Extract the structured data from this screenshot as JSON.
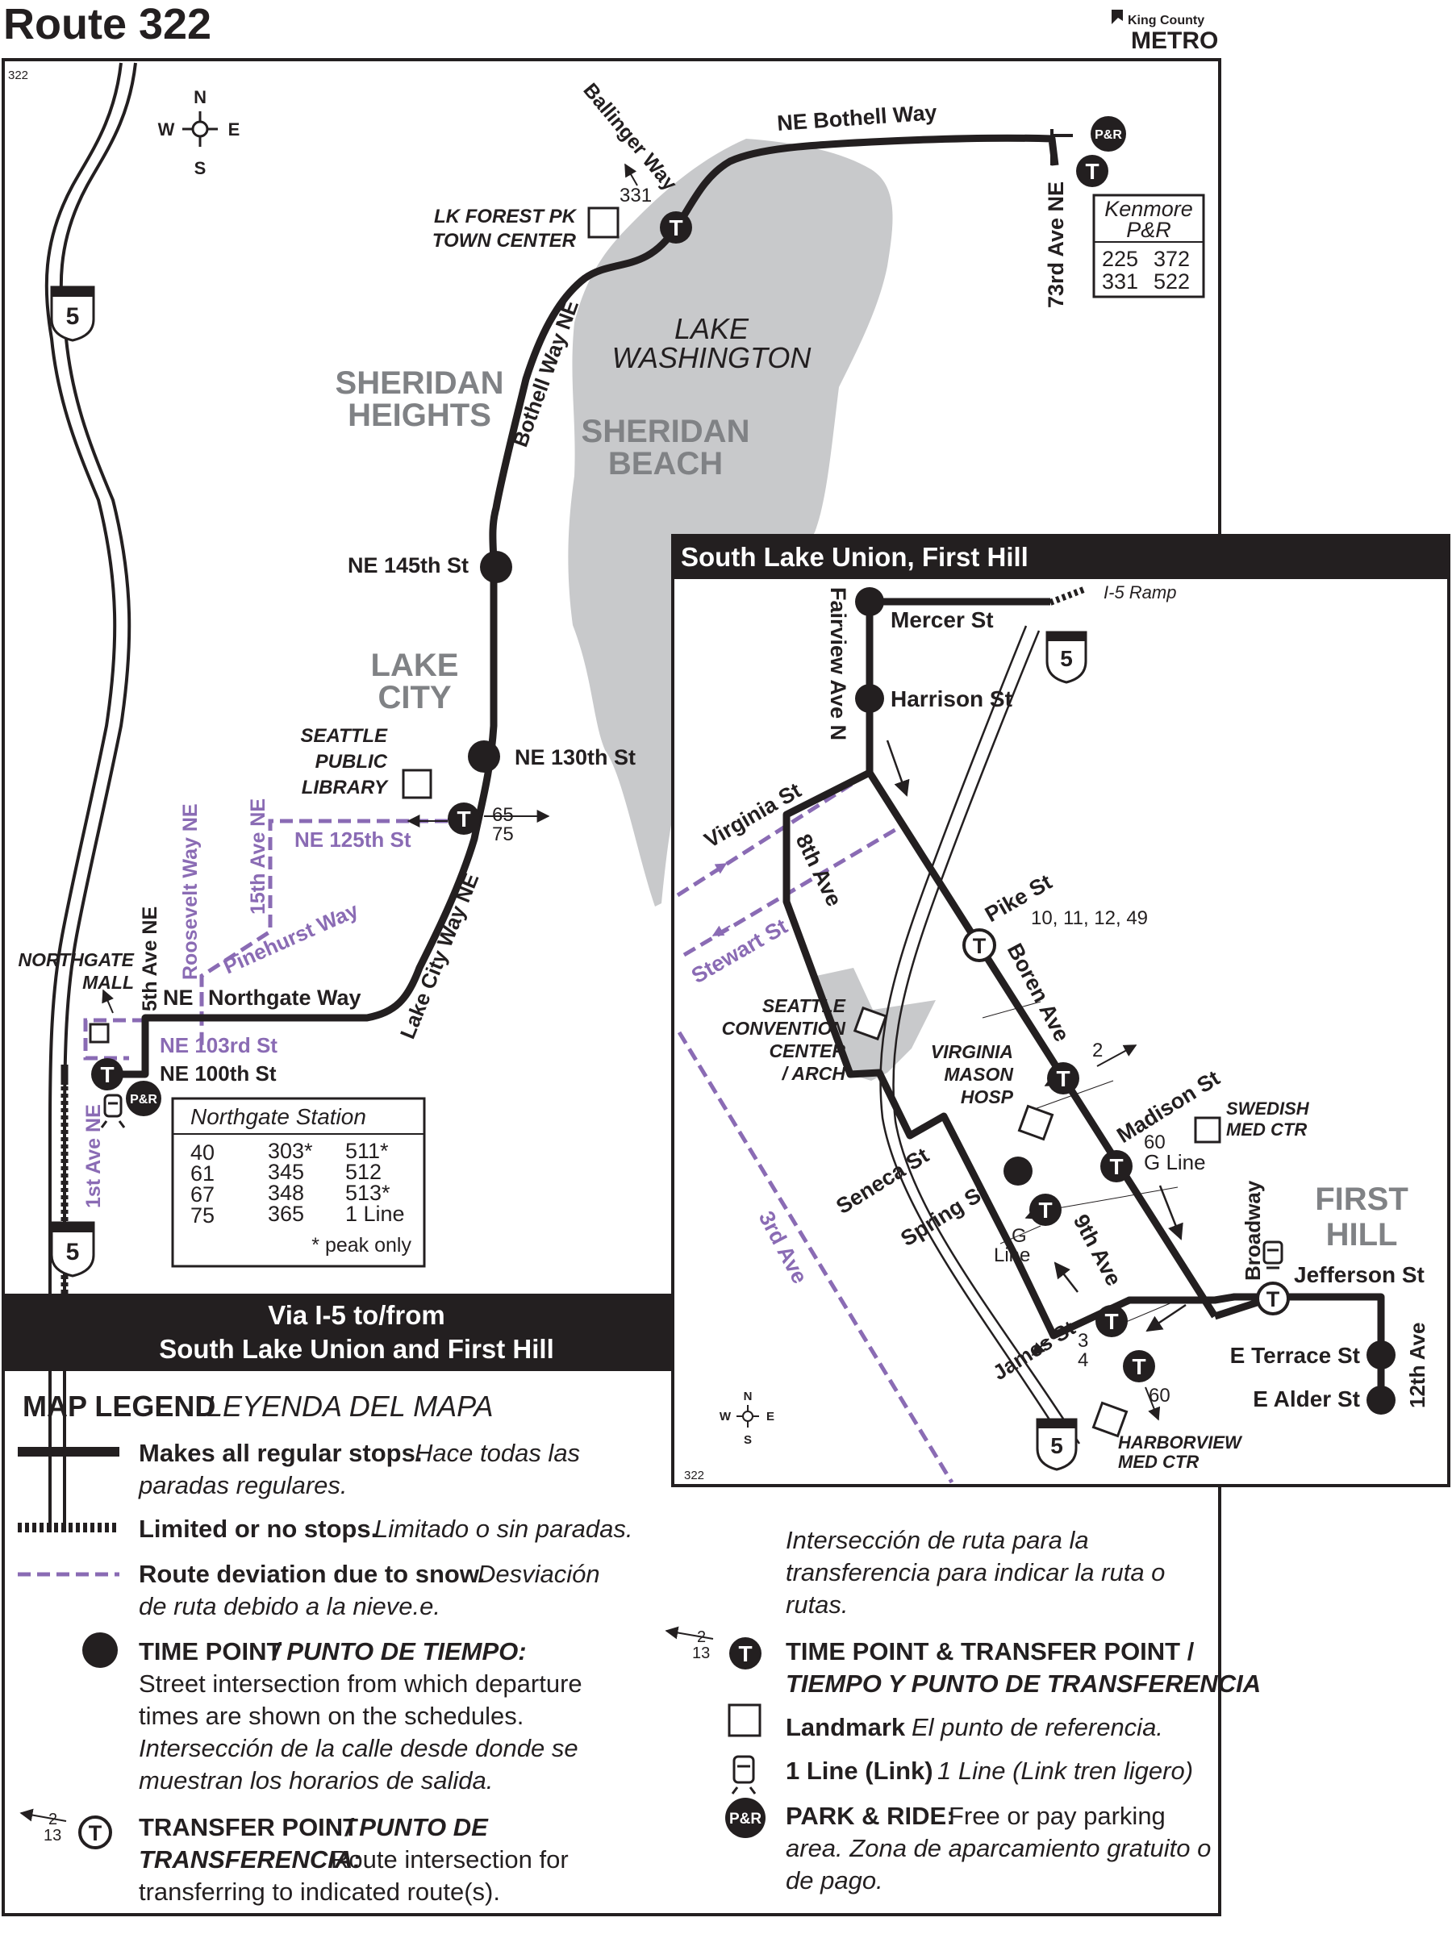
{
  "header": {
    "title": "Route 322",
    "agency_line1": "King County",
    "agency_line2": "METRO"
  },
  "main_map": {
    "page_code": "322",
    "compass": {
      "n": "N",
      "s": "S",
      "e": "E",
      "w": "W"
    },
    "interstate": "5",
    "labels": {
      "ballinger": "Ballinger Way",
      "ballinger_route": "331",
      "lfp_line1": "LK FOREST PK",
      "lfp_line2": "TOWN CENTER",
      "bothell_ne": "NE Bothell Way",
      "ave73": "73rd Ave NE",
      "lake_line1": "LAKE",
      "lake_line2": "WASHINGTON",
      "sheridan_heights_1": "SHERIDAN",
      "sheridan_heights_2": "HEIGHTS",
      "sheridan_beach_1": "SHERIDAN",
      "sheridan_beach_2": "BEACH",
      "bothell_way": "Bothell Way NE",
      "ne145": "NE 145th St",
      "lake_city_1": "LAKE",
      "lake_city_2": "CITY",
      "library_1": "SEATTLE",
      "library_2": "PUBLIC",
      "library_3": "LIBRARY",
      "ne130": "NE 130th St",
      "tr_65": "65",
      "tr_75": "75",
      "roosevelt": "Roosevelt Way NE",
      "ave15": "15th Ave NE",
      "ne125": "NE 125th St",
      "pinehurst": "Pinehurst Way",
      "lake_city_way": "Lake City Way NE",
      "northgate_way": "NE Northgate Way",
      "ne_prefix": "NE",
      "northgate_way_name": "Northgate Way",
      "ave5": "5th Ave NE",
      "mall_1": "NORTHGATE",
      "mall_2": "MALL",
      "ne103": "NE 103rd St",
      "ne100": "NE 100th St",
      "ave1": "1st Ave NE"
    },
    "kenmore": {
      "title_1": "Kenmore",
      "title_2": "P&R",
      "routes": [
        "225",
        "372",
        "331",
        "522"
      ]
    },
    "northgate_station": {
      "title": "Northgate Station",
      "col1": [
        "40",
        "61",
        "67",
        "75"
      ],
      "col2": [
        "303*",
        "345",
        "348",
        "365"
      ],
      "col3": [
        "511*",
        "512",
        "513*",
        "1 Line"
      ],
      "footnote": "* peak only"
    },
    "via_banner_1": "Via I-5 to/from",
    "via_banner_2": "South Lake Union and First Hill",
    "park_ride_icon": "P&R",
    "transfer_icon": "T"
  },
  "inset": {
    "title": "South Lake Union, First Hill",
    "page_code": "322",
    "compass": {
      "n": "N",
      "s": "S",
      "e": "E",
      "w": "W"
    },
    "interstate": "5",
    "labels": {
      "i5_ramp": "I-5 Ramp",
      "mercer": "Mercer St",
      "fairview": "Fairview Ave N",
      "harrison": "Harrison St",
      "virginia": "Virginia St",
      "stewart": "Stewart St",
      "ave8": "8th Ave",
      "pike": "Pike St",
      "pike_routes": "10, 11, 12, 49",
      "boren": "Boren Ave",
      "tr_2": "2",
      "convention_1": "SEATTLE",
      "convention_2": "CONVENTION",
      "convention_3": "CENTER",
      "convention_4": "/ ARCH",
      "vm_1": "VIRGINIA",
      "vm_2": "MASON",
      "vm_3": "HOSP",
      "madison": "Madison St",
      "madison_routes_1": "60",
      "madison_routes_2": "G Line",
      "swedish_1": "SWEDISH",
      "swedish_2": "MED CTR",
      "first_hill_1": "FIRST",
      "first_hill_2": "HILL",
      "seneca": "Seneca St",
      "spring": "Spring St",
      "g_line_1": "G",
      "g_line_2": "Line",
      "ave9": "9th Ave",
      "ave3": "3rd Ave",
      "broadway": "Broadway",
      "jefferson": "Jefferson St",
      "james": "James St",
      "james_routes_1": "3",
      "james_routes_2": "4",
      "route60": "60",
      "terrace": "E Terrace St",
      "alder": "E Alder St",
      "ave12": "12th Ave",
      "harborview_1": "HARBORVIEW",
      "harborview_2": "MED CTR"
    }
  },
  "legend": {
    "title": "MAP LEGEND",
    "title_es": "LEYENDA DEL MAPA",
    "regular_bold": "Makes all regular stops.",
    "regular_es_1": "Hace todas las",
    "regular_es_2": "paradas regulares.",
    "limited_bold": "Limited or no stops.",
    "limited_es": "Limitado o sin paradas.",
    "snow_bold": "Route deviation due to snow.",
    "snow_es_1": "Desviación",
    "snow_es_2": "de ruta debido a la nieve.e.",
    "timepoint_title": "TIME POINT",
    "timepoint_title_es": "/ PUNTO DE TIEMPO:",
    "timepoint_desc_1": "Street intersection from which departure",
    "timepoint_desc_2": "times are shown on the schedules.",
    "timepoint_es_1": "Intersección de la calle desde donde se",
    "timepoint_es_2": "muestran los horarios de salida.",
    "transfer_title": "TRANSFER POINT",
    "transfer_title_es_1": "/ PUNTO DE",
    "transfer_title_es_2": "TRANSFERENCIA:",
    "transfer_desc_1": "Route intersection for",
    "transfer_desc_2": "transferring to indicated route(s).",
    "transfer_es_1": "Intersección de ruta para la",
    "transfer_es_2": "transferencia para indicar la ruta o",
    "transfer_es_3": "rutas.",
    "sample_routes_1": "2",
    "sample_routes_2": "13",
    "tp_transfer_title": "TIME POINT & TRANSFER POINT /",
    "tp_transfer_title_es": "TIEMPO Y PUNTO DE TRANSFERENCIA",
    "landmark_bold": "Landmark",
    "landmark_es": "El punto de referencia.",
    "link_bold": "1 Line (Link)",
    "link_es": "1 Line (Link tren ligero)",
    "pr_bold": "PARK & RIDE:",
    "pr_desc": "Free or pay parking",
    "pr_es_1": "area. Zona de aparcamiento gratuito o",
    "pr_es_2": "de pago.",
    "pr_icon": "P&R",
    "transfer_icon": "T"
  }
}
